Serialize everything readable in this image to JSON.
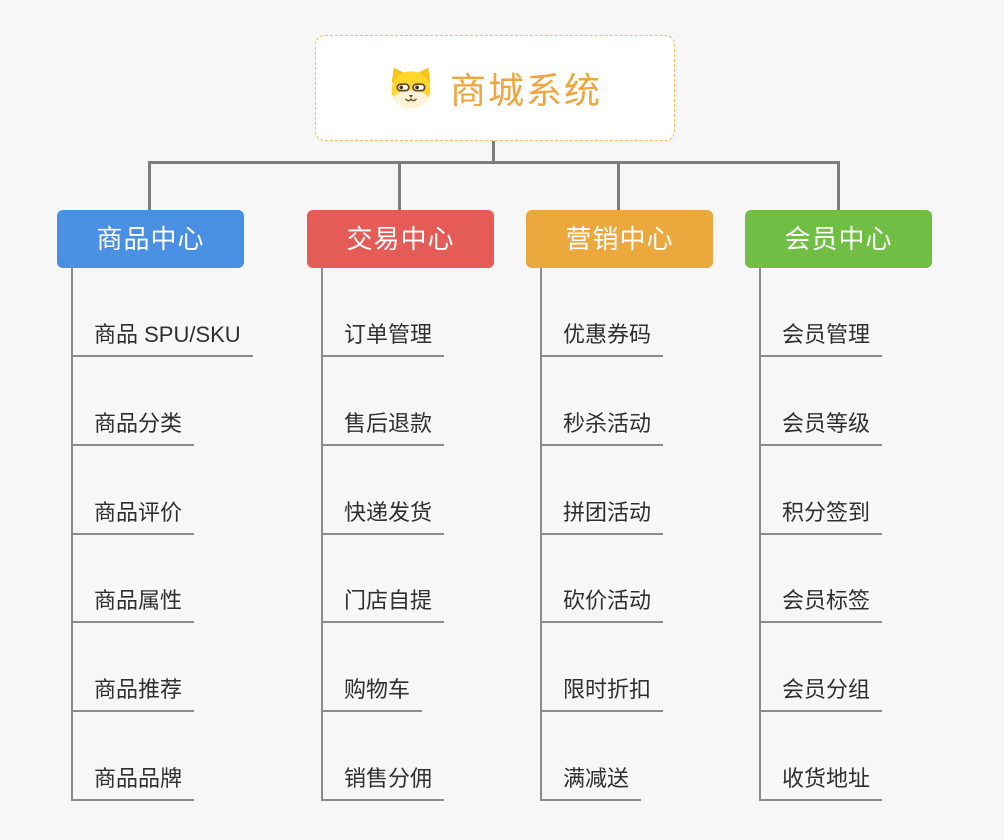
{
  "root": {
    "title": "商城系统",
    "icon": "dog-face-icon"
  },
  "colors": {
    "background": "#f7f7f7",
    "root_text": "#f0a53c",
    "root_border": "#f2be5e",
    "connector": "#7d7d7d",
    "leaf_line": "#8b8b8b",
    "leaf_text": "#2f2f2f",
    "branch_product": "#4a90e2",
    "branch_trade": "#e45c55",
    "branch_marketing": "#eba83c",
    "branch_member": "#70be44"
  },
  "branches": [
    {
      "label": "商品中心",
      "color": "#4a90e2",
      "children": [
        "商品 SPU/SKU",
        "商品分类",
        "商品评价",
        "商品属性",
        "商品推荐",
        "商品品牌"
      ]
    },
    {
      "label": "交易中心",
      "color": "#e45c55",
      "children": [
        "订单管理",
        "售后退款",
        "快递发货",
        "门店自提",
        "购物车",
        "销售分佣"
      ]
    },
    {
      "label": "营销中心",
      "color": "#eba83c",
      "children": [
        "优惠券码",
        "秒杀活动",
        "拼团活动",
        "砍价活动",
        "限时折扣",
        "满减送"
      ]
    },
    {
      "label": "会员中心",
      "color": "#70be44",
      "children": [
        "会员管理",
        "会员等级",
        "积分签到",
        "会员标签",
        "会员分组",
        "收货地址"
      ]
    }
  ]
}
